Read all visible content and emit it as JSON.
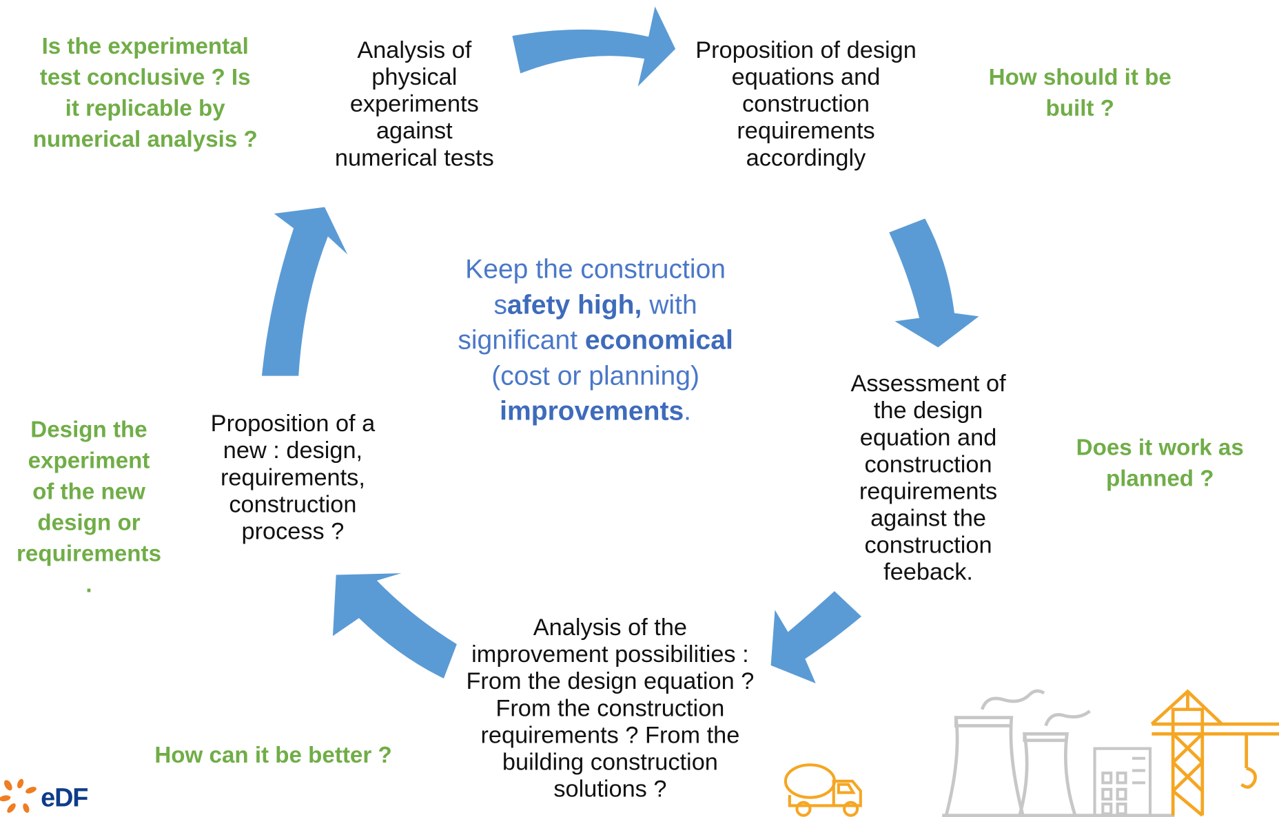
{
  "steps": {
    "analysis": "Analysis of\nphysical\nexperiments\nagainst\nnumerical tests",
    "proposition_design": "Proposition of design\nequations and\nconstruction\nrequirements\naccordingly",
    "assessment": "Assessment of\nthe design\nequation and\nconstruction\nrequirements\nagainst the\nconstruction\nfeeback.",
    "improvement": "Analysis of the\nimprovement possibilities :\nFrom the design equation ?\nFrom the construction\nrequirements ? From the\nbuilding construction\nsolutions ?",
    "proposition_new": "Proposition of a\nnew  : design,\nrequirements,\nconstruction\nprocess ?"
  },
  "questions": {
    "conclusive": "Is the experimental\ntest conclusive ? Is\nit replicable by\nnumerical analysis ?",
    "built": "How should it be\nbuilt ?",
    "planned": "Does it work as\nplanned ?",
    "better": "How can it be better ?",
    "design_experiment": "Design the\nexperiment\nof the new\ndesign or\nrequirements\n."
  },
  "center": {
    "p1": "Keep the construction s",
    "b1": "afety high,",
    "p2": " with significant ",
    "b2": "economical",
    "p3": " (cost or planning) ",
    "b3": "improvements",
    "p4": "."
  },
  "brand": {
    "name": "eDF"
  },
  "colors": {
    "arrow": "#5b9bd5",
    "question": "#70ad47",
    "center_text": "#4a78c8",
    "brand_orange": "#f07d22",
    "brand_blue": "#0e3c8a",
    "icon_gray": "#c7c7c7",
    "icon_orange": "#f5a623"
  }
}
